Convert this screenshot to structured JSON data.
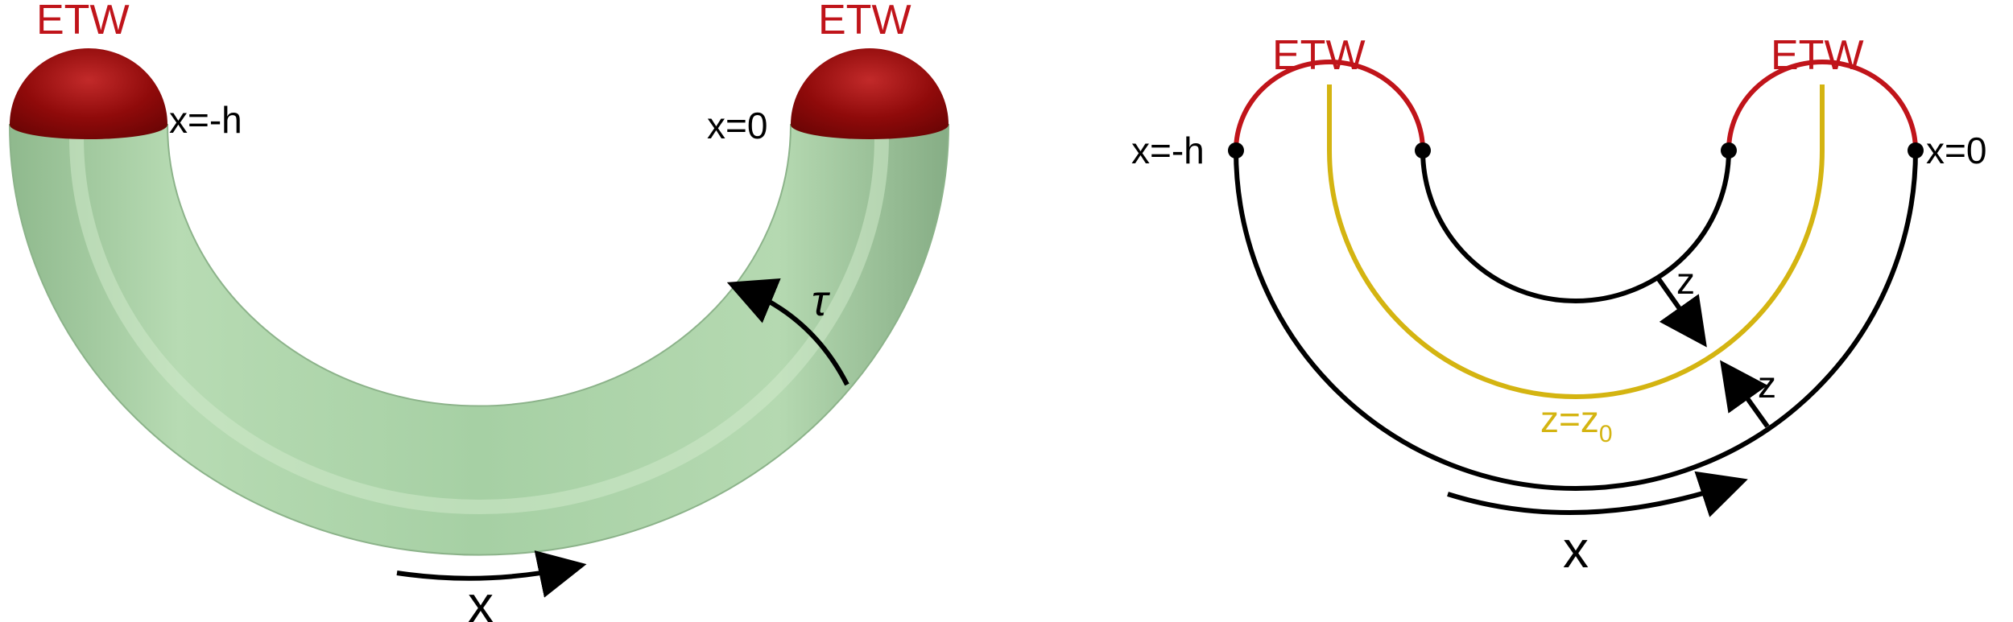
{
  "left_panel": {
    "etw_left": "ETW",
    "etw_right": "ETW",
    "label_x_minus_h": "x=-h",
    "label_x_zero": "x=0",
    "tau_symbol": "τ",
    "x_label": "x"
  },
  "right_panel": {
    "etw_left": "ETW",
    "etw_right": "ETW",
    "label_x_minus_h": "x=-h",
    "label_x_zero": "x=0",
    "z_label_inner": "z",
    "z_label_outer": "z",
    "z_eq_prefix": "z=z",
    "z_eq_subscript": "0",
    "x_label": "x"
  },
  "colors": {
    "etw_red": "#c0141a",
    "etw_cap_dark": "#8f0a0a",
    "tube_green": "#a9d3a8",
    "tube_green_light": "#c7e6c4",
    "tube_green_dark": "#7fa67f",
    "z0_yellow": "#d4b411",
    "black": "#000000"
  }
}
